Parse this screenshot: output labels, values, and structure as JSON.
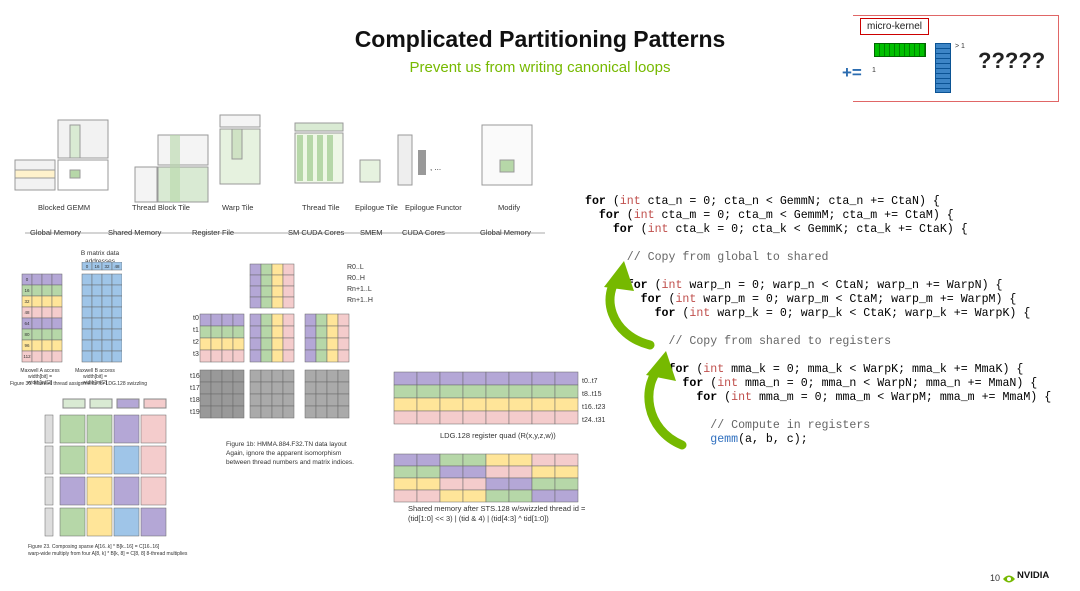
{
  "slide": {
    "title": "Complicated Partitioning Patterns",
    "subtitle": "Prevent us from writing canonical loops",
    "page_number": "10",
    "logo": "NVIDIA"
  },
  "microkernel": {
    "label": "micro-kernel",
    "op": "+=",
    "gt_one": "> 1",
    "one": "1",
    "unknown": "?????"
  },
  "hierarchy": {
    "stages": [
      "Blocked GEMM",
      "Thread Block Tile",
      "Warp Tile",
      "Thread Tile",
      "Epilogue Tile",
      "Epilogue Functor",
      "Modify"
    ],
    "memory": [
      "Global Memory",
      "Shared Memory",
      "Register File",
      "SM CUDA Cores",
      "SMEM",
      "CUDA Cores",
      "Global Memory"
    ]
  },
  "figures": {
    "b_matrix_title": "B matrix data addresses",
    "b_header_values": [
      "0",
      "16",
      "32",
      "48"
    ],
    "a_values": [
      "0",
      "16",
      "32",
      "48",
      "64",
      "80",
      "96",
      "112"
    ],
    "a_caption": "Maxwell A access width[bit] = width[int*2]",
    "b_caption": "Maxwell B access width[bit] = width[int*2]",
    "fig30": "Figure 30. Maxwell thread assignments for LDG.128 swizzling",
    "fig1b_line1": "Figure 1b: HMMA.884.F32.TN data layout",
    "fig1b_line2": "Again, ignore the apparent isomorphism",
    "fig1b_line3": "between thread numbers and matrix indices.",
    "r_labels": [
      "R0..L",
      "R0..H",
      "Rn+1..L",
      "Rn+1..H"
    ],
    "t_labels": [
      "t0",
      "t1",
      "t2",
      "t3"
    ],
    "t_labels2": [
      "t16",
      "t17",
      "t18",
      "t19"
    ],
    "ldg_threads": [
      "t0..t7",
      "t8..t15",
      "t16..t23",
      "t24..t31"
    ],
    "ldg_caption": "LDG.128 register quad (R(x,y,z,w))",
    "sts_line1": "Shared memory after STS.128 w/swizzled thread id =",
    "sts_line2": "(tid[1:0] << 3) | (tid & 4) | (tid[4:3] ^ tid[1:0])",
    "fig23_line1": "Figure 23. Composing sparse A[16..k] * B[k..16] = C[16..16]",
    "fig23_line2": "warp-wide multiply from four A[8, k] * B[k, 8] = C[8, 8] 8-thread multiplies"
  },
  "code_lines": [
    {
      "pre": "",
      "kw": "for",
      "rest": " (int cta_n = 0; cta_n < GemmN; cta_n += CtaN) {"
    },
    {
      "pre": "  ",
      "kw": "for",
      "rest": " (int cta_m = 0; cta_m < GemmM; cta_m += CtaM) {"
    },
    {
      "pre": "    ",
      "kw": "for",
      "rest": " (int cta_k = 0; cta_k < GemmK; cta_k += CtaK) {"
    },
    {
      "pre": "",
      "kw": "",
      "rest": ""
    },
    {
      "pre": "      ",
      "cm": "// Copy from global to shared"
    },
    {
      "pre": "",
      "kw": "",
      "rest": ""
    },
    {
      "pre": "      ",
      "kw": "for",
      "rest": " (int warp_n = 0; warp_n < CtaN; warp_n += WarpN) {"
    },
    {
      "pre": "        ",
      "kw": "for",
      "rest": " (int warp_m = 0; warp_m < CtaM; warp_m += WarpM) {"
    },
    {
      "pre": "          ",
      "kw": "for",
      "rest": " (int warp_k = 0; warp_k < CtaK; warp_k += WarpK) {"
    },
    {
      "pre": "",
      "kw": "",
      "rest": ""
    },
    {
      "pre": "            ",
      "cm": "// Copy from shared to registers"
    },
    {
      "pre": "",
      "kw": "",
      "rest": ""
    },
    {
      "pre": "            ",
      "kw": "for",
      "rest": " (int mma_k = 0; mma_k < WarpK; mma_k += MmaK) {"
    },
    {
      "pre": "              ",
      "kw": "for",
      "rest": " (int mma_n = 0; mma_n < WarpN; mma_n += MmaN) {"
    },
    {
      "pre": "                ",
      "kw": "for",
      "rest": " (int mma_m = 0; mma_m < WarpM; mma_m += MmaM) {"
    },
    {
      "pre": "",
      "kw": "",
      "rest": ""
    },
    {
      "pre": "                  ",
      "cm": "// Compute in registers"
    },
    {
      "pre": "                  ",
      "fn": "gemm",
      "rest": "(a, b, c);"
    }
  ],
  "colors": {
    "accent_green": "#76b900",
    "purple": "#b4a7d6",
    "green": "#b6d7a8",
    "yellow": "#ffe599",
    "red": "#f4cccc",
    "blue": "#9fc5e8"
  }
}
